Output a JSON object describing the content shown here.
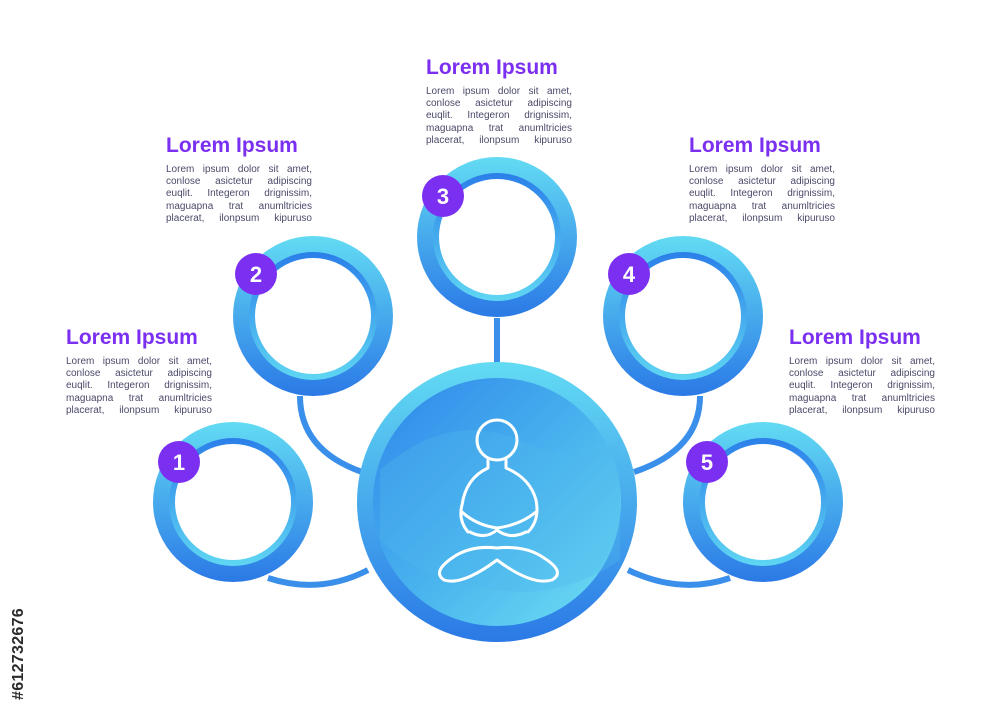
{
  "colors": {
    "accent_purple": "#7b2ff0",
    "ring_light": "#5fd8f2",
    "ring_dark": "#2a7be8",
    "body_text": "#4a4a6a"
  },
  "center_icon": "meditation-figure-icon",
  "steps": [
    {
      "number": "1",
      "title": "Lorem Ipsum",
      "lines": [
        "Lorem ipsum dolor sit amet,",
        "conlose asictetur adipiscing",
        "euqlit. Integeron drignissim,",
        "maguapna trat anumltricies",
        "placerat, ilonpsum kipuruso"
      ]
    },
    {
      "number": "2",
      "title": "Lorem Ipsum",
      "lines": [
        "Lorem ipsum dolor sit amet,",
        "conlose asictetur adipiscing",
        "euqlit. Integeron drignissim,",
        "maguapna trat anumltricies",
        "placerat, ilonpsum kipuruso"
      ]
    },
    {
      "number": "3",
      "title": "Lorem Ipsum",
      "lines": [
        "Lorem ipsum dolor sit amet,",
        "conlose asictetur adipiscing",
        "euqlit. Integeron drignissim,",
        "maguapna trat anumltricies",
        "placerat, ilonpsum kipuruso"
      ]
    },
    {
      "number": "4",
      "title": "Lorem Ipsum",
      "lines": [
        "Lorem ipsum dolor sit amet,",
        "conlose asictetur adipiscing",
        "euqlit. Integeron drignissim,",
        "maguapna trat anumltricies",
        "placerat, ilonpsum kipuruso"
      ]
    },
    {
      "number": "5",
      "title": "Lorem Ipsum",
      "lines": [
        "Lorem ipsum dolor sit amet,",
        "conlose asictetur adipiscing",
        "euqlit. Integeron drignissim,",
        "maguapna trat anumltricies",
        "placerat, ilonpsum kipuruso"
      ]
    }
  ],
  "stock_id": "#612732676"
}
